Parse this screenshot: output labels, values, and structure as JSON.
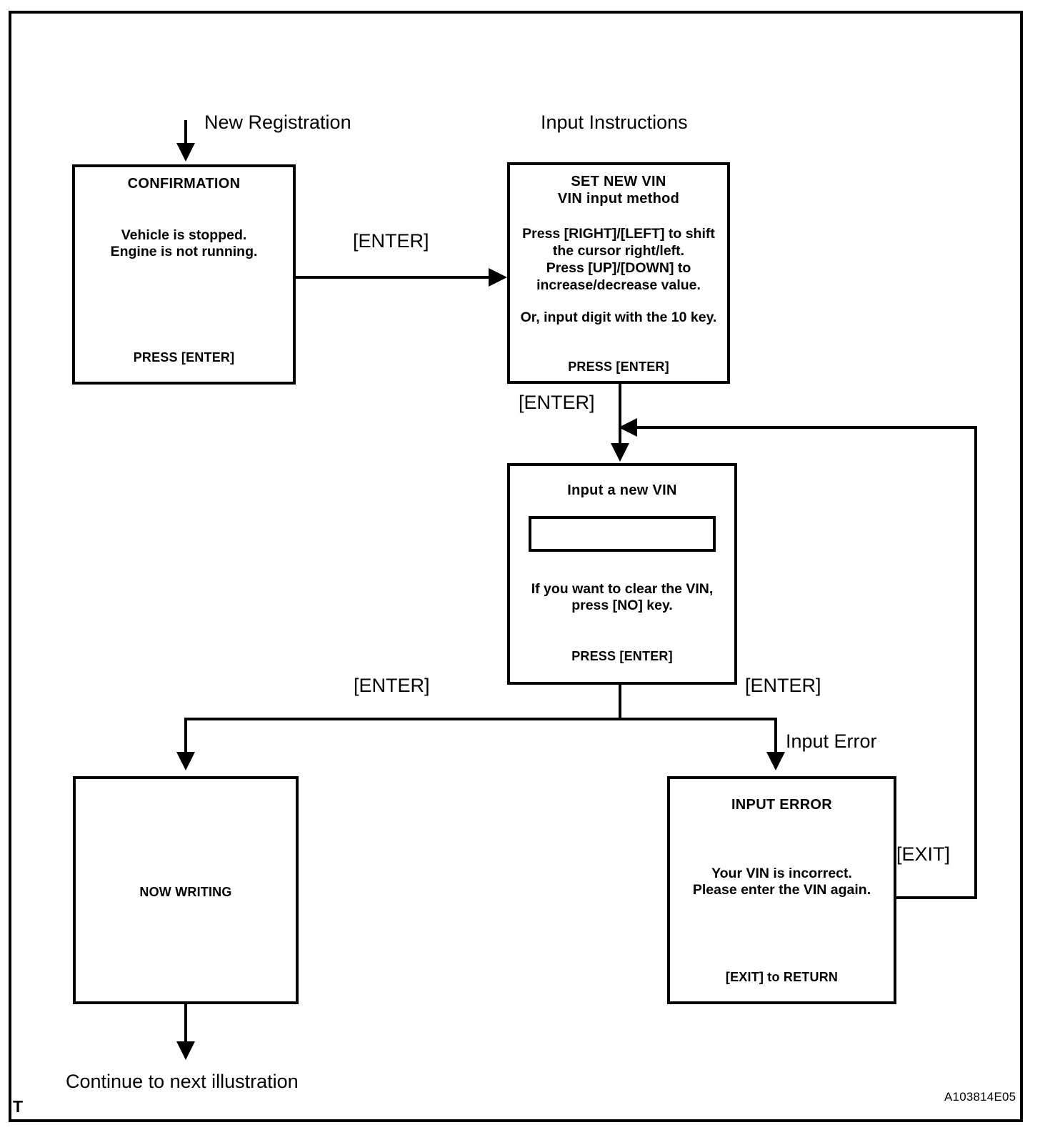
{
  "figure": {
    "reference_code": "A103814E05",
    "corner_mark": "T"
  },
  "labels": {
    "new_registration": "New Registration",
    "input_instructions": "Input Instructions",
    "enter_1": "[ENTER]",
    "enter_2": "[ENTER]",
    "enter_3": "[ENTER]",
    "enter_4": "[ENTER]",
    "input_error": "Input Error",
    "exit": "[EXIT]",
    "continue": "Continue to next illustration"
  },
  "boxes": {
    "confirmation": {
      "title": "CONFIRMATION",
      "body": "Vehicle is stopped.\nEngine is not running.",
      "footer": "PRESS [ENTER]"
    },
    "set_new_vin": {
      "title": "SET NEW VIN\nVIN input method",
      "body_1": "Press [RIGHT]/[LEFT] to shift\nthe cursor right/left.\nPress [UP]/[DOWN]  to\nincrease/decrease value.",
      "body_2": "Or, input digit with the 10 key.",
      "footer": "PRESS [ENTER]"
    },
    "input_new_vin": {
      "title": "Input a new VIN",
      "field_value": "",
      "body": "If you want to clear the VIN,\npress [NO] key.",
      "footer": "PRESS [ENTER]"
    },
    "now_writing": {
      "title": "NOW WRITING"
    },
    "input_error": {
      "title": "INPUT  ERROR",
      "body": "Your VIN is incorrect.\nPlease enter the VIN again.",
      "footer": "[EXIT] to RETURN"
    }
  },
  "chart_data": {
    "type": "diagram",
    "title": "New VIN Registration Flow",
    "nodes": [
      {
        "id": "confirmation",
        "label": "CONFIRMATION"
      },
      {
        "id": "set_new_vin",
        "label": "SET NEW VIN"
      },
      {
        "id": "input_new_vin",
        "label": "Input a new VIN"
      },
      {
        "id": "now_writing",
        "label": "NOW WRITING"
      },
      {
        "id": "input_error",
        "label": "INPUT  ERROR"
      }
    ],
    "edges": [
      {
        "from": "start",
        "to": "confirmation",
        "label": "New Registration"
      },
      {
        "from": "confirmation",
        "to": "set_new_vin",
        "label": "[ENTER]"
      },
      {
        "from": "set_new_vin",
        "to": "input_new_vin",
        "label": "[ENTER]"
      },
      {
        "from": "input_new_vin",
        "to": "now_writing",
        "label": "[ENTER]"
      },
      {
        "from": "input_new_vin",
        "to": "input_error",
        "label": "[ENTER] / Input Error"
      },
      {
        "from": "input_error",
        "to": "input_new_vin",
        "label": "[EXIT]"
      },
      {
        "from": "now_writing",
        "to": "end",
        "label": "Continue to next illustration"
      }
    ]
  }
}
